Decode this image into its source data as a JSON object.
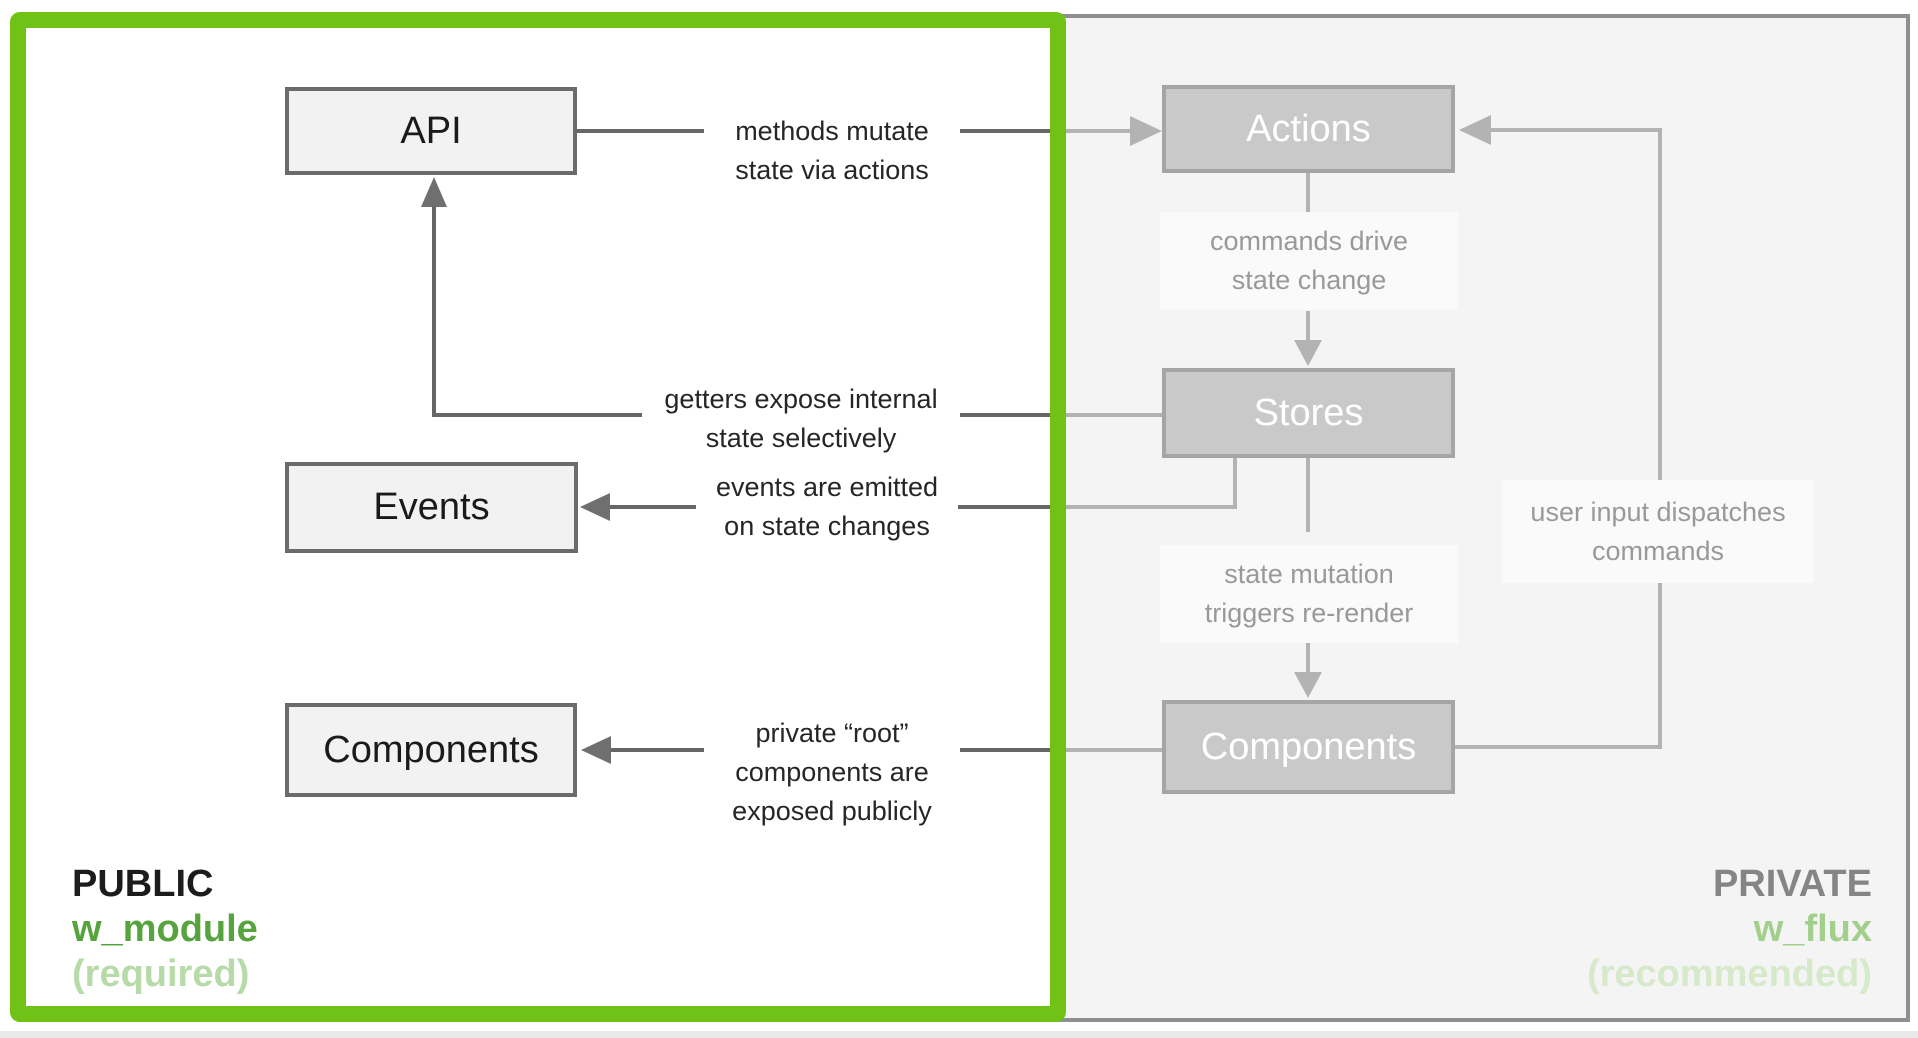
{
  "public_panel": {
    "boxes": [
      {
        "label": "API"
      },
      {
        "label": "Events"
      },
      {
        "label": "Components"
      }
    ],
    "edge_labels": {
      "methods": [
        "methods mutate",
        "state via actions"
      ],
      "getters": [
        "getters expose internal",
        "state selectively"
      ],
      "events": [
        "events are emitted",
        "on state changes"
      ],
      "root": [
        "private “root”",
        "components are",
        "exposed publicly"
      ]
    },
    "footer": {
      "title": "PUBLIC",
      "name": "w_module",
      "note": "(required)"
    }
  },
  "private_panel": {
    "boxes": [
      {
        "label": "Actions"
      },
      {
        "label": "Stores"
      },
      {
        "label": "Components"
      }
    ],
    "edge_labels": {
      "commands": [
        "commands drive",
        "state change"
      ],
      "state_mutation": [
        "state mutation",
        "triggers re-render"
      ],
      "user_input": [
        "user input dispatches",
        "commands"
      ]
    },
    "footer": {
      "title": "PRIVATE",
      "name": "w_flux",
      "note": "(recommended)"
    }
  },
  "colors": {
    "green-accent": "#70c217",
    "green-module": "#57a33d",
    "green-pale": "#b7dba8",
    "green-flux": "#a3cf8c",
    "green-paler": "#d6e9ca",
    "private-title": "#858585",
    "panel-bg": "#f4f4f4",
    "panel-border": "#8f8f8f",
    "line-dark": "#666666",
    "line-light": "#b3b3b3",
    "arrow-dark": "#6f6f6f",
    "node-public-bg": "#f2f2f2",
    "node-public-border": "#6b6b6b",
    "node-private-bg": "#c9c9c9",
    "node-private-border": "#a5a5a5",
    "label-dark": "#262626",
    "label-gray": "#999999"
  }
}
